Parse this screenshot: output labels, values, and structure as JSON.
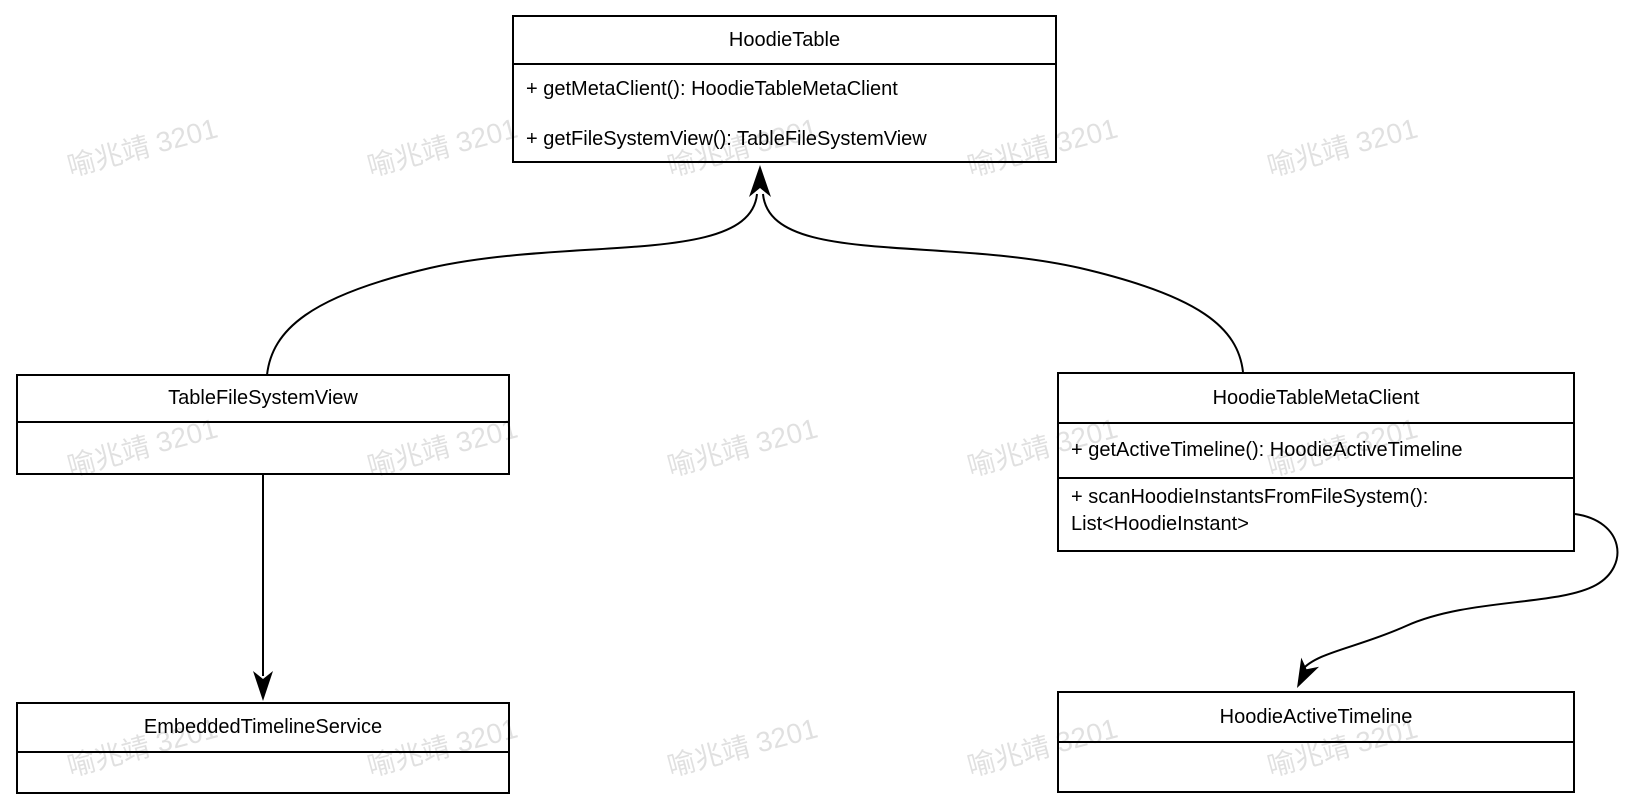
{
  "canvas": {
    "background": "#ffffff",
    "stroke_color": "#000000",
    "watermark_color": "#d9d9d9"
  },
  "watermark": {
    "text": "喻兆靖 3201"
  },
  "boxes": {
    "hoodie_table": {
      "title": "HoodieTable",
      "method1": "+ getMetaClient(): HoodieTableMetaClient",
      "method2": "+ getFileSystemView(): TableFileSystemView"
    },
    "table_file_system_view": {
      "title": "TableFileSystemView"
    },
    "hoodie_table_meta_client": {
      "title": "HoodieTableMetaClient",
      "method1": "+ getActiveTimeline(): HoodieActiveTimeline",
      "method2": "+ scanHoodieInstantsFromFileSystem(): List<HoodieInstant>"
    },
    "embedded_timeline_service": {
      "title": "EmbeddedTimelineService"
    },
    "hoodie_active_timeline": {
      "title": "HoodieActiveTimeline"
    }
  },
  "relationships": [
    {
      "from": "TableFileSystemView",
      "to": "HoodieTable",
      "style": "curved-arrow"
    },
    {
      "from": "HoodieTableMetaClient",
      "to": "HoodieTable",
      "style": "curved-arrow"
    },
    {
      "from": "TableFileSystemView",
      "to": "EmbeddedTimelineService",
      "style": "straight-arrow"
    },
    {
      "from": "HoodieTableMetaClient",
      "to": "HoodieActiveTimeline",
      "style": "s-curve-arrow"
    }
  ]
}
